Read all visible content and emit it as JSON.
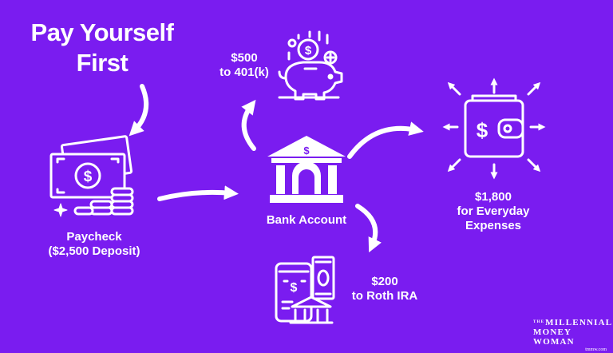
{
  "title_lines": [
    "Pay Yourself",
    "First"
  ],
  "nodes": {
    "paycheck": {
      "lines": [
        "Paycheck",
        "($2,500 Deposit)"
      ],
      "icon": "cash-coins-icon"
    },
    "bank": {
      "label": "Bank Account",
      "icon": "bank-building-icon"
    },
    "k401": {
      "lines": [
        "$500",
        "to 401(k)"
      ],
      "icon": "piggy-bank-icon"
    },
    "everyday": {
      "lines": [
        "$1,800",
        "for Everyday",
        "Expenses"
      ],
      "icon": "wallet-icon"
    },
    "roth": {
      "lines": [
        "$200",
        "to Roth IRA"
      ],
      "icon": "phone-banking-icon"
    }
  },
  "brand": {
    "the": "THE",
    "line1": "MILLENNIAL",
    "line2": "MONEY WOMAN",
    "site": "tmmw.com"
  },
  "colors": {
    "background": "#7a1cf0",
    "foreground": "#ffffff"
  }
}
